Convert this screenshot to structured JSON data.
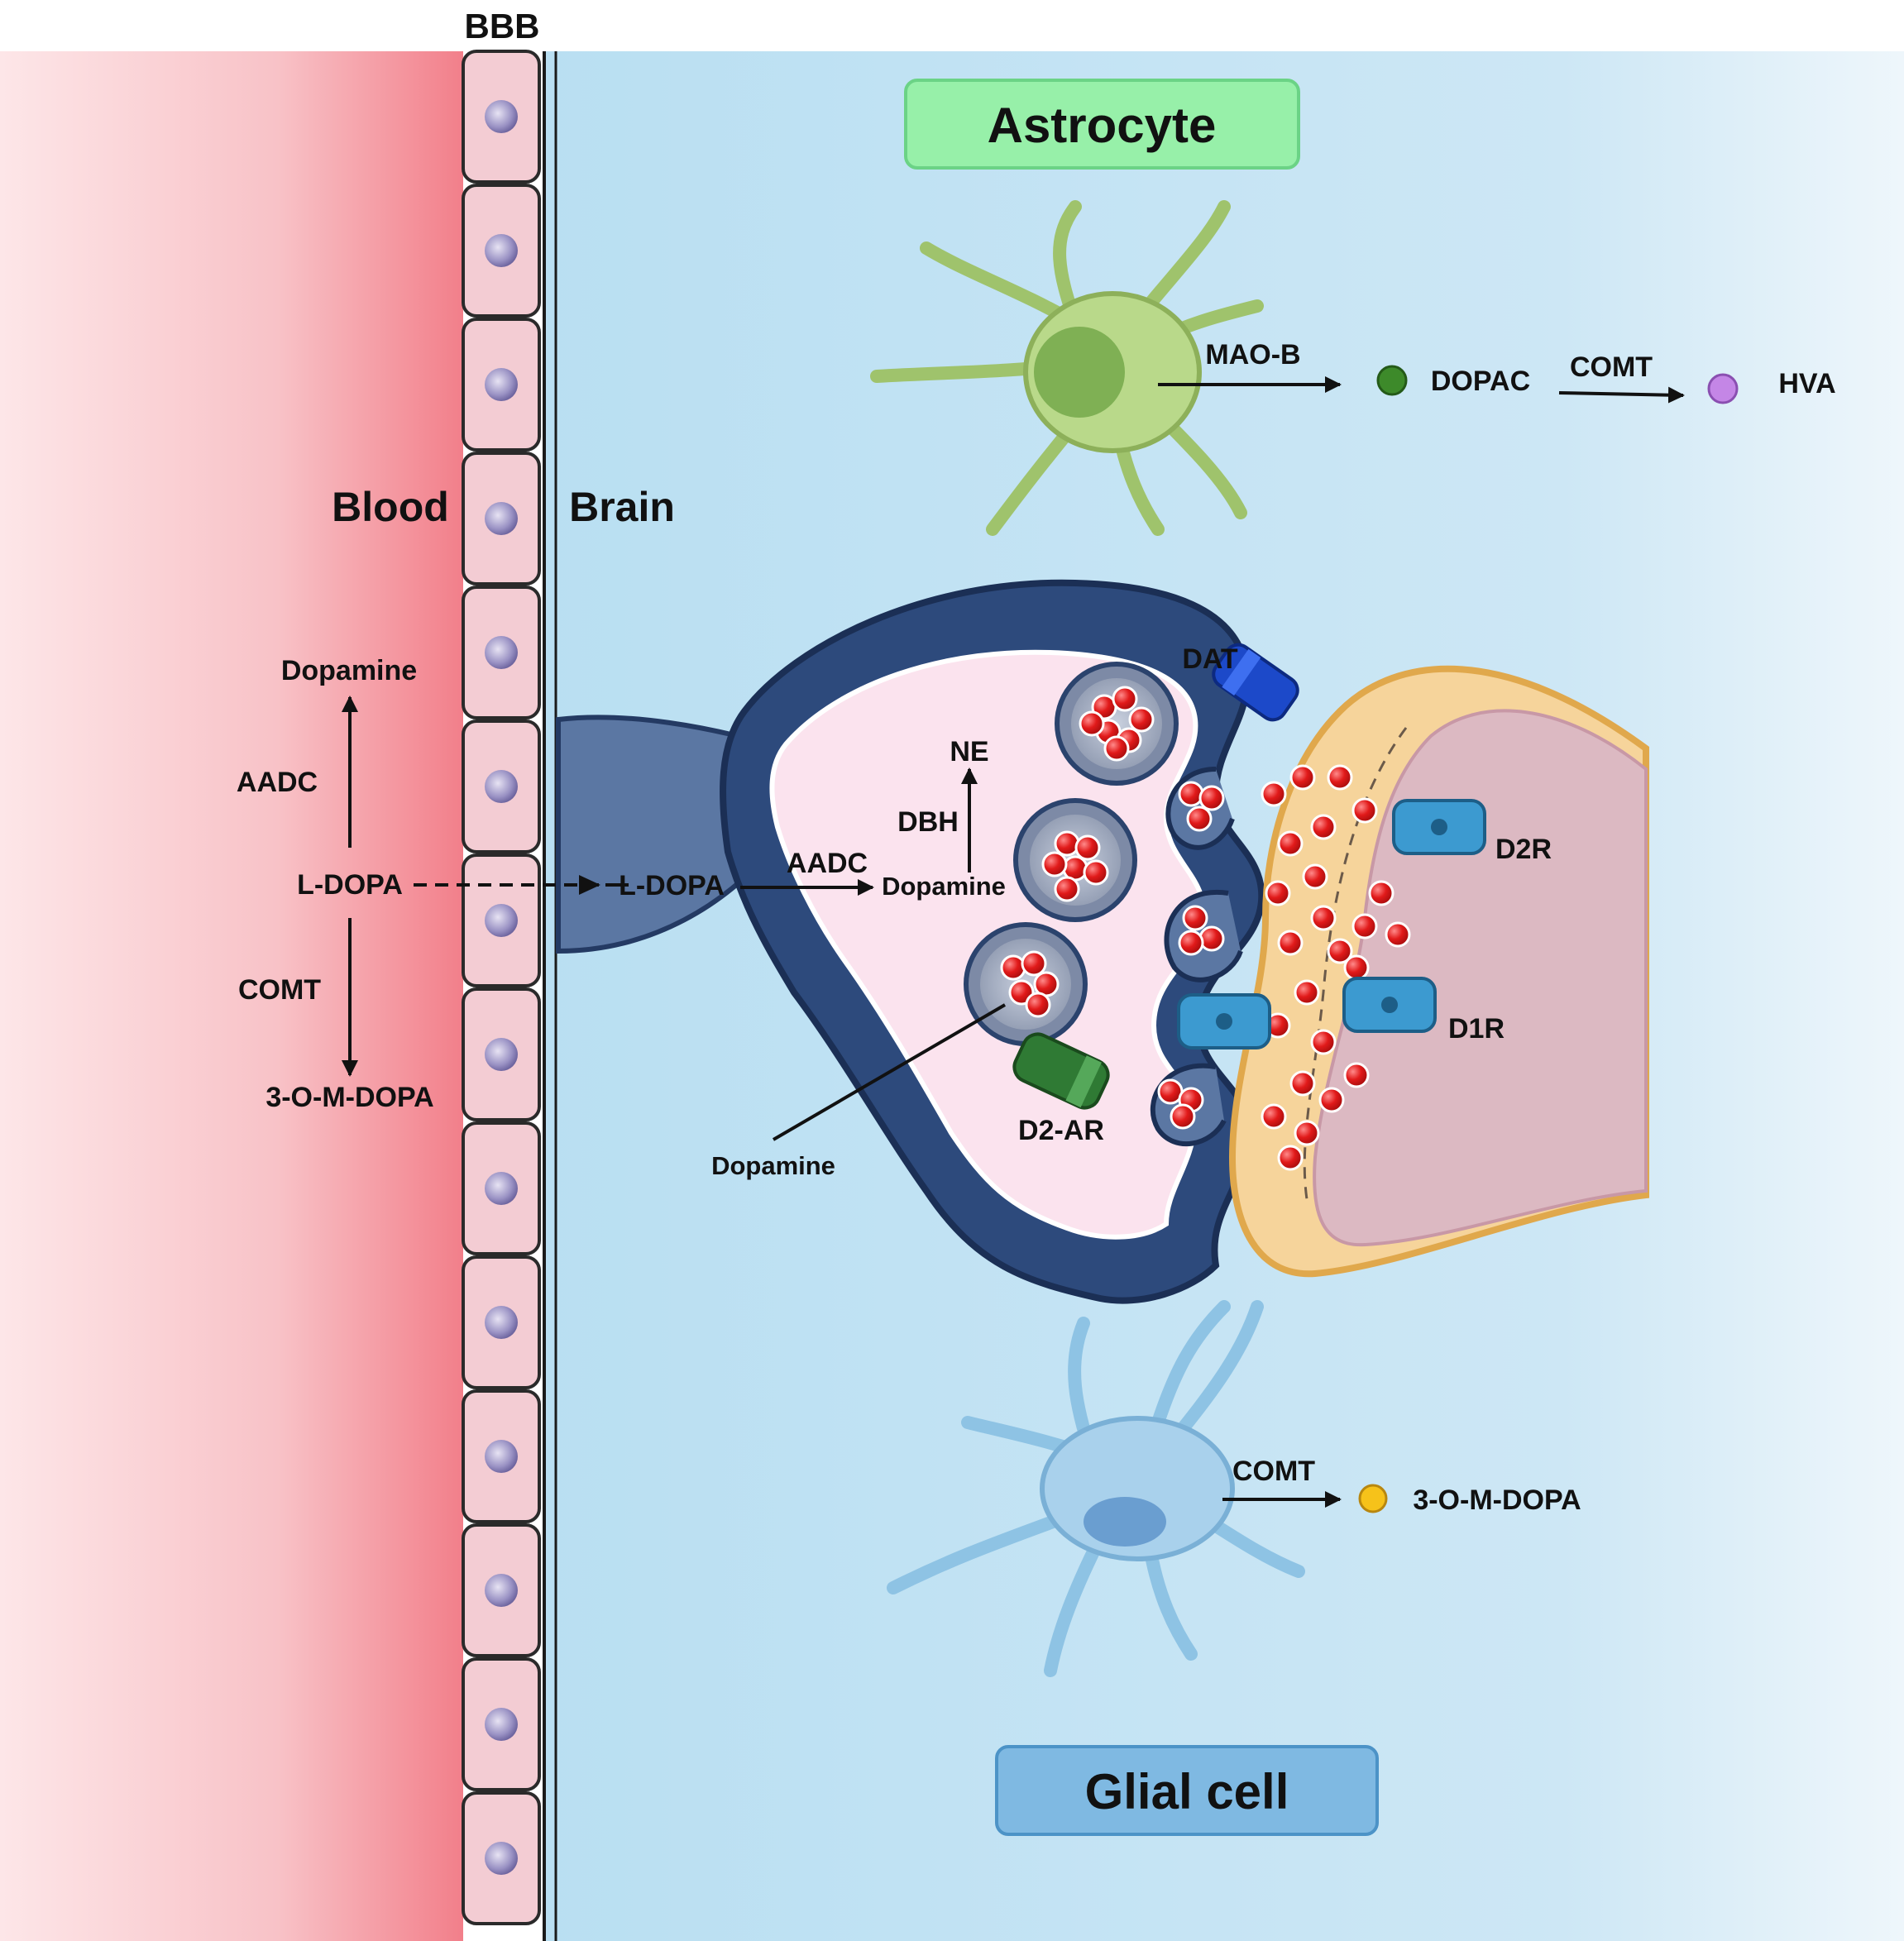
{
  "labels": {
    "bbb": "BBB",
    "blood": "Blood",
    "brain": "Brain",
    "astrocyte": "Astrocyte",
    "glial_cell": "Glial cell",
    "blood_dopamine": "Dopamine",
    "blood_aadc": "AADC",
    "blood_ldopa": "L-DOPA",
    "blood_comt": "COMT",
    "blood_3omdopa": "3-O-M-DOPA",
    "brain_ldopa": "L-DOPA",
    "brain_aadc": "AADC",
    "brain_dopamine": "Dopamine",
    "dbh": "DBH",
    "ne": "NE",
    "dat": "DAT",
    "d2r": "D2R",
    "d1r": "D1R",
    "d2ar": "D2-AR",
    "vesicle_dopamine": "Dopamine",
    "mao_b": "MAO-B",
    "dopac": "DOPAC",
    "astro_comt": "COMT",
    "hva": "HVA",
    "glial_comt": "COMT",
    "glial_3omdopa": "3-O-M-DOPA"
  },
  "colors": {
    "blood": "#f5b5bb",
    "brain": "#c6e4f4",
    "endothelium": "#f3ccd3",
    "astrocyte_box": "#97f0a9",
    "glial_box": "#7fb9e2",
    "neuron_outer": "#2f4f7f",
    "presynaptic_interior": "#fbe3ee",
    "postsynaptic": "#f5d49a",
    "dopamine_molecule": "#e01818",
    "dopac_molecule": "#3d8a2a",
    "hva_molecule": "#c486e6",
    "omdopa_molecule": "#f6c21a",
    "astrocyte_cell": "#b9d98a",
    "glial_cell": "#a9d1ec",
    "receptor": "#3c9ad0",
    "dat": "#1c49c9",
    "d2ar": "#2f7a34"
  }
}
